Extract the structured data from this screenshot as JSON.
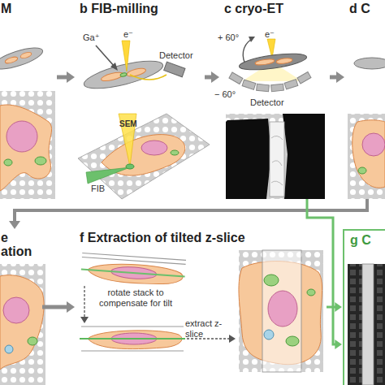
{
  "diagram": {
    "nodes": [
      {
        "text": [
          "M"
        ]
      },
      {
        "text": [
          "b FIB-milling"
        ]
      },
      {
        "text": [
          "c cryo-ET"
        ]
      },
      {
        "text": [
          "d C"
        ]
      },
      {
        "text": [
          "e ation"
        ]
      },
      {
        "text": [
          "f Extraction of tilted z-slice"
        ]
      },
      {
        "text": [
          "g C"
        ]
      }
    ],
    "edges": [
      {
        "from": 0,
        "to": 1,
        "arrow": "to"
      },
      {
        "from": 1,
        "to": 2,
        "arrow": "to"
      },
      {
        "from": 2,
        "to": 3,
        "arrow": "to"
      },
      {
        "from": 3,
        "to": 4,
        "arrow": "to"
      },
      {
        "from": 4,
        "to": 5,
        "arrow": "to"
      },
      {
        "from": 5,
        "to": 6,
        "arrow": "to"
      },
      {
        "from": 2,
        "to": 6,
        "arrow": "to"
      }
    ],
    "labels": [
      "Ga⁺",
      "e⁻",
      "Detector",
      "SEM",
      "FIB",
      "+ 60°",
      "e⁻",
      "− 60°",
      "Detector",
      "rotate stack to compensate for tilt",
      "extract z-slice"
    ]
  }
}
